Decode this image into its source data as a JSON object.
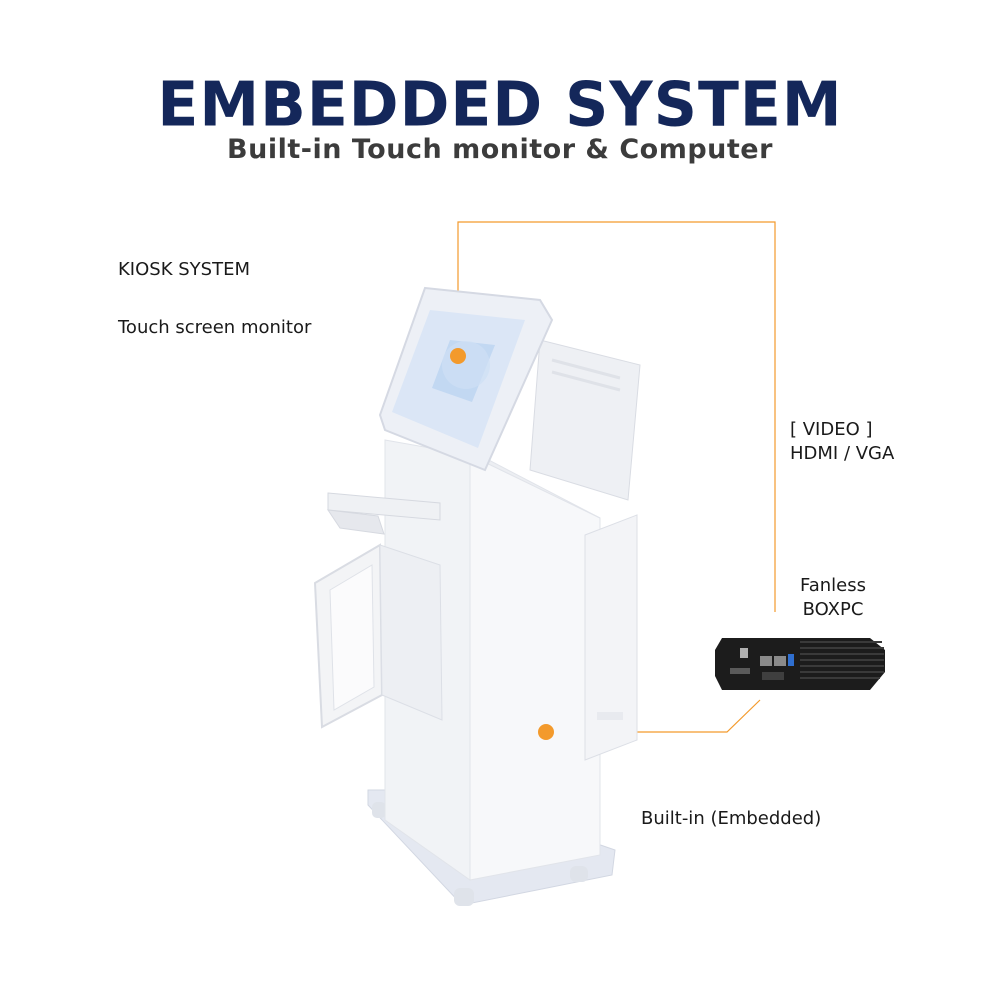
{
  "header": {
    "title": "EMBEDDED SYSTEM",
    "subtitle": "Built-in  Touch monitor & Computer"
  },
  "labels": {
    "kiosk_system": "KIOSK SYSTEM",
    "touch_screen": "Touch screen monitor",
    "video_line1": "[ VIDEO ]",
    "video_line2": "HDMI / VGA",
    "fanless_line1": "Fanless",
    "fanless_line2": "BOXPC",
    "built_in": "Built-in (Embedded)"
  },
  "colors": {
    "title": "#14275a",
    "accent": "#f39a2c",
    "kiosk_body": "#eef0f3",
    "boxpc": "#1c1c1c"
  }
}
